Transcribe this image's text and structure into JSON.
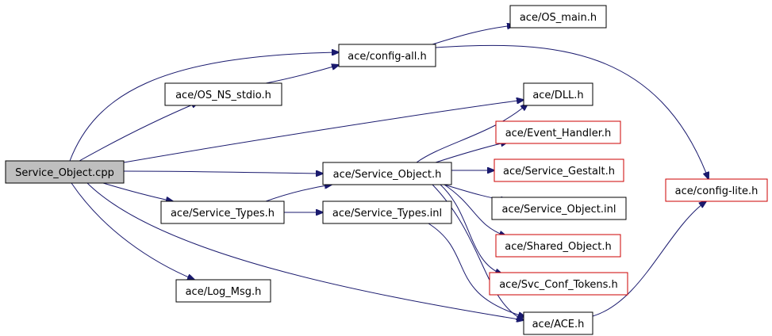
{
  "colors": {
    "edge": "#1a1a6e",
    "root_fill": "#bfbfbf",
    "node_fill": "#ffffff",
    "border_documented": "#000000",
    "border_undocumented": "#cc0000"
  },
  "nodes": [
    {
      "id": "service_object_cpp",
      "label": "Service_Object.cpp",
      "style": "root"
    },
    {
      "id": "os_ns_stdio",
      "label": "ace/OS_NS_stdio.h",
      "style": "documented"
    },
    {
      "id": "config_all",
      "label": "ace/config-all.h",
      "style": "documented"
    },
    {
      "id": "os_main",
      "label": "ace/OS_main.h",
      "style": "documented"
    },
    {
      "id": "dll",
      "label": "ace/DLL.h",
      "style": "documented"
    },
    {
      "id": "event_handler",
      "label": "ace/Event_Handler.h",
      "style": "undocumented"
    },
    {
      "id": "service_object_h",
      "label": "ace/Service_Object.h",
      "style": "documented"
    },
    {
      "id": "service_gestalt",
      "label": "ace/Service_Gestalt.h",
      "style": "undocumented"
    },
    {
      "id": "service_object_inl",
      "label": "ace/Service_Object.inl",
      "style": "documented"
    },
    {
      "id": "shared_object",
      "label": "ace/Shared_Object.h",
      "style": "undocumented"
    },
    {
      "id": "svc_conf_tokens",
      "label": "ace/Svc_Conf_Tokens.h",
      "style": "undocumented"
    },
    {
      "id": "service_types_h",
      "label": "ace/Service_Types.h",
      "style": "documented"
    },
    {
      "id": "service_types_inl",
      "label": "ace/Service_Types.inl",
      "style": "documented"
    },
    {
      "id": "log_msg",
      "label": "ace/Log_Msg.h",
      "style": "documented"
    },
    {
      "id": "ace_h",
      "label": "ace/ACE.h",
      "style": "documented"
    },
    {
      "id": "config_lite",
      "label": "ace/config-lite.h",
      "style": "undocumented"
    }
  ],
  "edges": [
    {
      "from": "service_object_cpp",
      "to": "config_all"
    },
    {
      "from": "service_object_cpp",
      "to": "os_ns_stdio"
    },
    {
      "from": "service_object_cpp",
      "to": "dll"
    },
    {
      "from": "service_object_cpp",
      "to": "service_object_h"
    },
    {
      "from": "service_object_cpp",
      "to": "service_types_h"
    },
    {
      "from": "service_object_cpp",
      "to": "log_msg"
    },
    {
      "from": "service_object_cpp",
      "to": "ace_h"
    },
    {
      "from": "os_ns_stdio",
      "to": "config_all"
    },
    {
      "from": "config_all",
      "to": "os_main"
    },
    {
      "from": "config_all",
      "to": "config_lite"
    },
    {
      "from": "service_object_h",
      "to": "dll"
    },
    {
      "from": "service_object_h",
      "to": "event_handler"
    },
    {
      "from": "service_object_h",
      "to": "service_gestalt"
    },
    {
      "from": "service_object_h",
      "to": "service_object_inl"
    },
    {
      "from": "service_object_h",
      "to": "shared_object"
    },
    {
      "from": "service_object_h",
      "to": "svc_conf_tokens"
    },
    {
      "from": "service_object_h",
      "to": "ace_h"
    },
    {
      "from": "service_types_h",
      "to": "service_object_h"
    },
    {
      "from": "service_types_h",
      "to": "service_types_inl"
    },
    {
      "from": "service_types_inl",
      "to": "ace_h"
    },
    {
      "from": "ace_h",
      "to": "config_lite"
    }
  ]
}
